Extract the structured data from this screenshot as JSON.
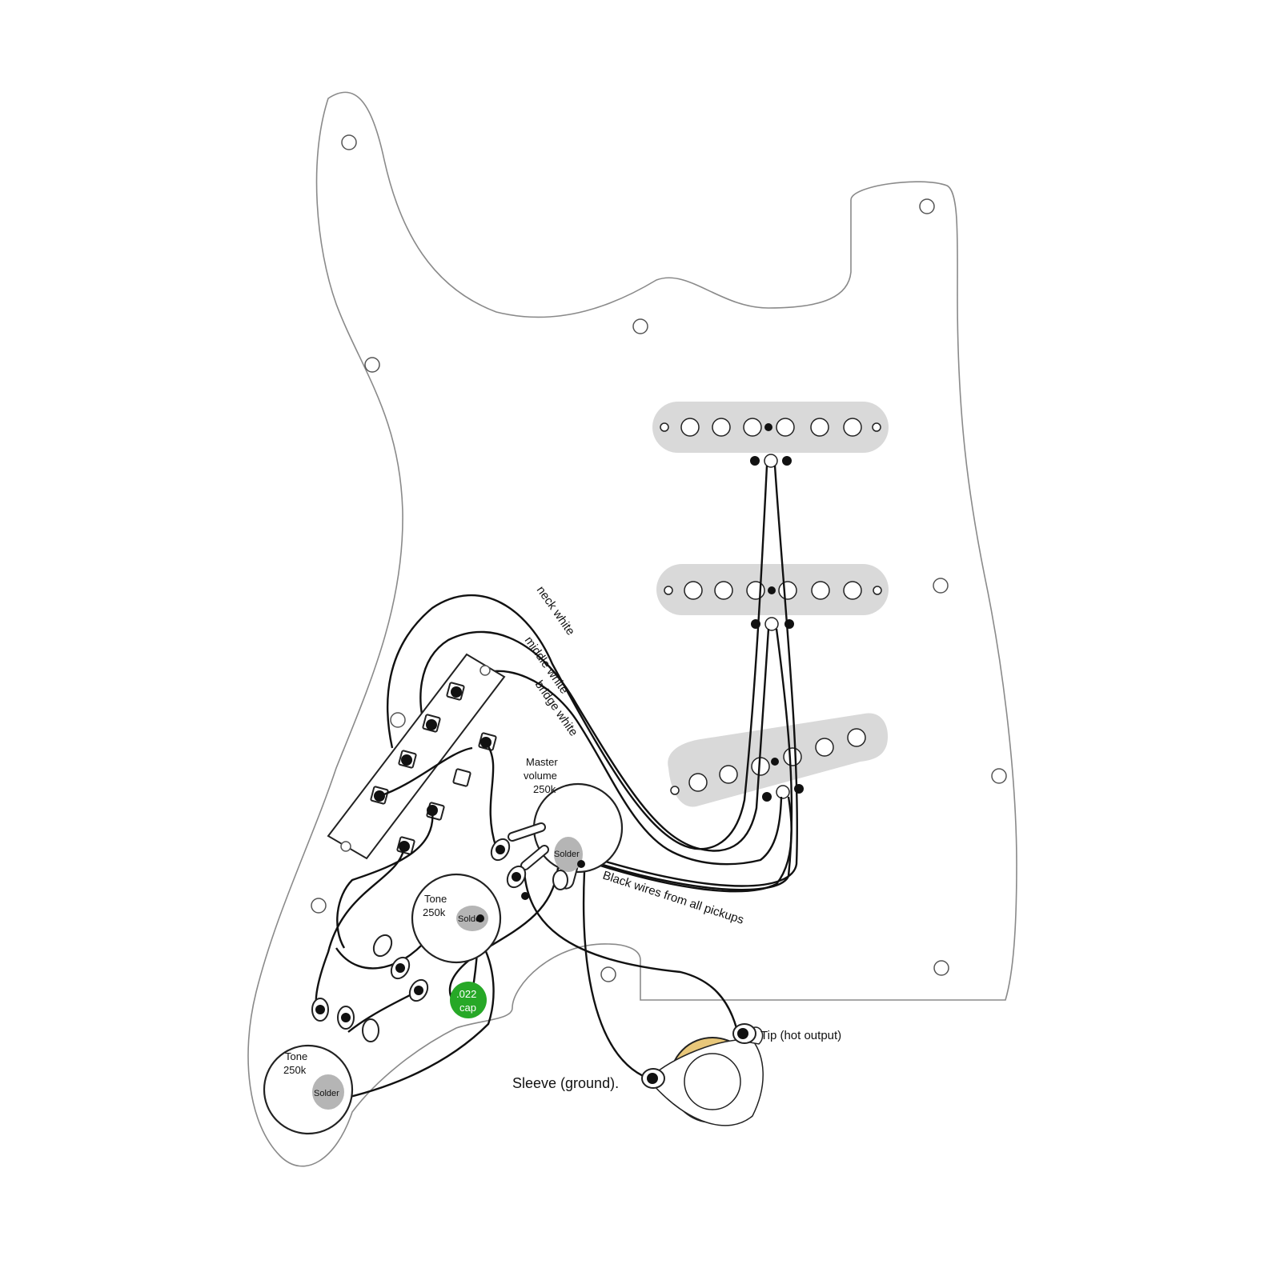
{
  "labels": {
    "neck_white": "neck white",
    "middle_white": "middle white",
    "bridge_white": "bridge white",
    "master_volume_line1": "Master",
    "master_volume_line2": "volume",
    "master_volume_line3": "250k",
    "tone1_line1": "Tone",
    "tone1_line2": "250k",
    "tone2_line1": "Tone",
    "tone2_line2": "250k",
    "solder": "Solder",
    "black_wires": "Black wires from all pickups",
    "cap_line1": ".022",
    "cap_line2": "cap",
    "tip": "Tip (hot output)",
    "sleeve": "Sleeve (ground)."
  },
  "colors": {
    "pickup_fill": "#d9d9d9",
    "cap_green": "#27a827",
    "jack_ring": "#e8c77a",
    "solder_gray": "#b5b5b5",
    "wire": "#111111",
    "outline": "#8a8a8a"
  }
}
